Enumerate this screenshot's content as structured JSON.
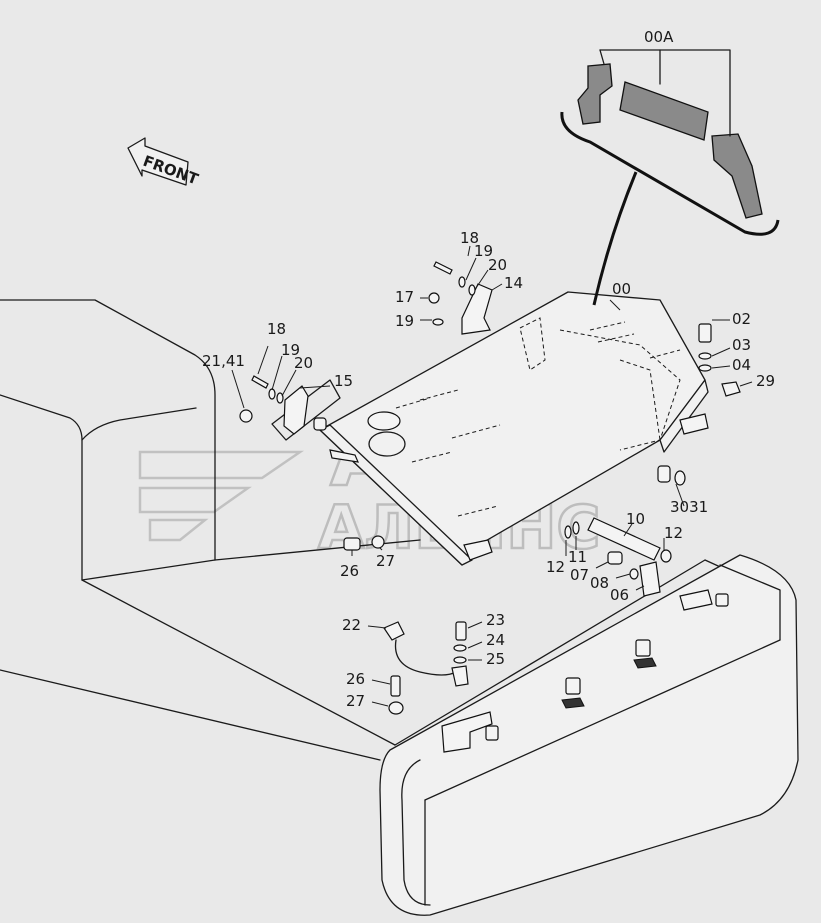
{
  "direction_label": "FRONT",
  "watermark": {
    "line1": "АВТО",
    "line2": "АЛЬЯНС"
  },
  "callouts": [
    {
      "id": "c-00a",
      "text": "00A"
    },
    {
      "id": "c-00",
      "text": "00"
    },
    {
      "id": "c-02",
      "text": "02"
    },
    {
      "id": "c-03",
      "text": "03"
    },
    {
      "id": "c-04",
      "text": "04"
    },
    {
      "id": "c-29",
      "text": "29"
    },
    {
      "id": "c-18a",
      "text": "18"
    },
    {
      "id": "c-19a",
      "text": "19"
    },
    {
      "id": "c-20a",
      "text": "20"
    },
    {
      "id": "c-14",
      "text": "14"
    },
    {
      "id": "c-17",
      "text": "17"
    },
    {
      "id": "c-19b",
      "text": "19"
    },
    {
      "id": "c-18b",
      "text": "18"
    },
    {
      "id": "c-19c",
      "text": "19"
    },
    {
      "id": "c-20b",
      "text": "20"
    },
    {
      "id": "c-2141",
      "text": "21,41"
    },
    {
      "id": "c-15",
      "text": "15"
    },
    {
      "id": "c-3031",
      "text": "3031"
    },
    {
      "id": "c-10",
      "text": "10"
    },
    {
      "id": "c-12a",
      "text": "12"
    },
    {
      "id": "c-11",
      "text": "11"
    },
    {
      "id": "c-12b",
      "text": "12"
    },
    {
      "id": "c-07",
      "text": "07"
    },
    {
      "id": "c-08",
      "text": "08"
    },
    {
      "id": "c-06",
      "text": "06"
    },
    {
      "id": "c-26a",
      "text": "26"
    },
    {
      "id": "c-27a",
      "text": "27"
    },
    {
      "id": "c-22",
      "text": "22"
    },
    {
      "id": "c-23",
      "text": "23"
    },
    {
      "id": "c-24",
      "text": "24"
    },
    {
      "id": "c-25",
      "text": "25"
    },
    {
      "id": "c-26b",
      "text": "26"
    },
    {
      "id": "c-27b",
      "text": "27"
    }
  ]
}
